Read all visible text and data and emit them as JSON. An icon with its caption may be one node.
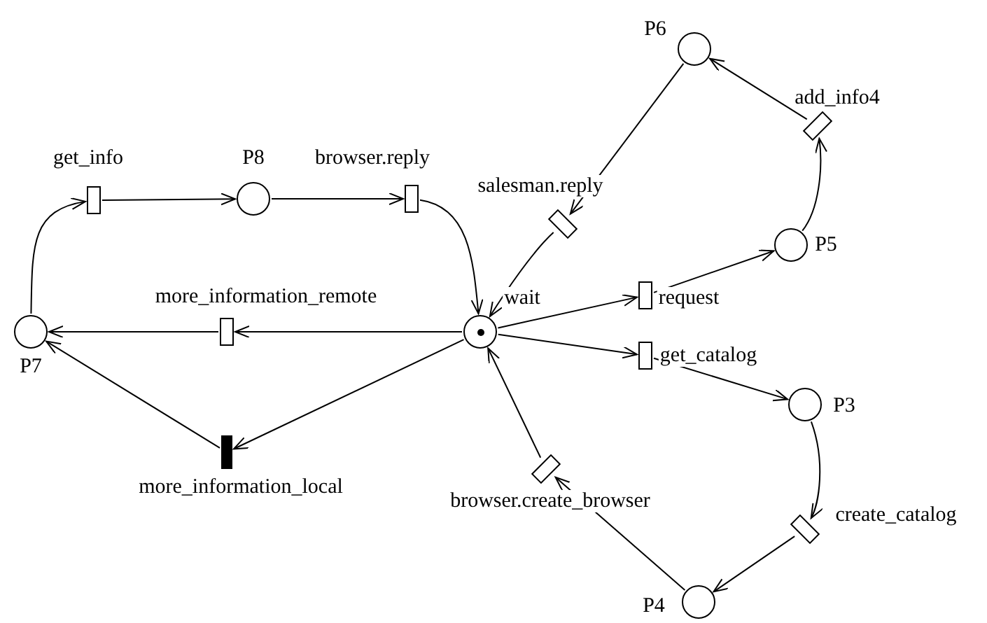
{
  "diagram": {
    "nodes": [
      {
        "text": [
          "P7"
        ]
      },
      {
        "text": [
          "get_info"
        ]
      },
      {
        "text": [
          "P8"
        ]
      },
      {
        "text": [
          "browser.reply"
        ]
      },
      {
        "text": [
          "more_information_remote"
        ]
      },
      {
        "text": [
          "wait"
        ]
      },
      {
        "text": [
          "more_information_local"
        ]
      },
      {
        "text": [
          "P6"
        ]
      },
      {
        "text": [
          "salesman.reply"
        ]
      },
      {
        "text": [
          "add_info4"
        ]
      },
      {
        "text": [
          "P5"
        ]
      },
      {
        "text": [
          "request"
        ]
      },
      {
        "text": [
          "get_catalog"
        ]
      },
      {
        "text": [
          "P3"
        ]
      },
      {
        "text": [
          "browser.create_browser"
        ]
      },
      {
        "text": [
          "create_catalog"
        ]
      },
      {
        "text": [
          "P4"
        ]
      }
    ],
    "edges": [
      {
        "from": 0,
        "to": 1,
        "arrow": "to"
      },
      {
        "from": 1,
        "to": 2,
        "arrow": "to"
      },
      {
        "from": 2,
        "to": 3,
        "arrow": "to"
      },
      {
        "from": 3,
        "to": 5,
        "arrow": "to"
      },
      {
        "from": 5,
        "to": 4,
        "arrow": "to"
      },
      {
        "from": 4,
        "to": 0,
        "arrow": "to"
      },
      {
        "from": 5,
        "to": 6,
        "arrow": "to"
      },
      {
        "from": 6,
        "to": 0,
        "arrow": "to"
      },
      {
        "from": 5,
        "to": 11,
        "arrow": "to"
      },
      {
        "from": 11,
        "to": 10,
        "arrow": "to"
      },
      {
        "from": 10,
        "to": 9,
        "arrow": "to"
      },
      {
        "from": 9,
        "to": 7,
        "arrow": "to"
      },
      {
        "from": 7,
        "to": 8,
        "arrow": "to"
      },
      {
        "from": 8,
        "to": 5,
        "arrow": "to"
      },
      {
        "from": 5,
        "to": 12,
        "arrow": "to"
      },
      {
        "from": 12,
        "to": 13,
        "arrow": "to"
      },
      {
        "from": 13,
        "to": 15,
        "arrow": "to"
      },
      {
        "from": 15,
        "to": 16,
        "arrow": "to"
      },
      {
        "from": 16,
        "to": 14,
        "arrow": "to"
      },
      {
        "from": 14,
        "to": 5,
        "arrow": "to"
      }
    ]
  }
}
